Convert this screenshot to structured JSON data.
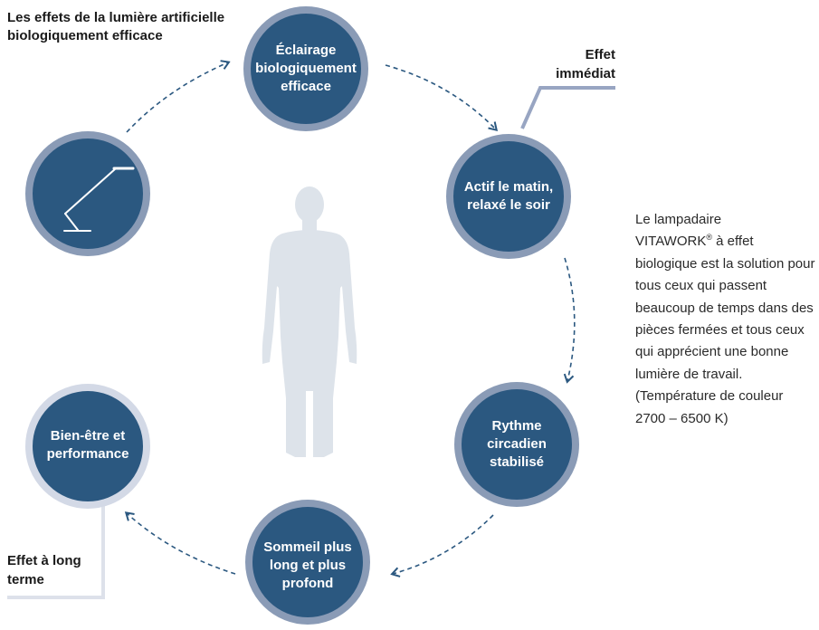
{
  "title": "Les effets de la lumière artificielle biologiquement efficace",
  "effects": {
    "immediate": "Effet immédiat",
    "long_term": "Effet à long terme"
  },
  "nodes": {
    "lighting": "Éclairage biologiquement efficace",
    "active": "Actif le matin, relaxé le soir",
    "rhythm": "Rythme circadien stabilisé",
    "sleep": "Sommeil plus long et plus profond",
    "wellbeing": "Bien-être et performance"
  },
  "icons": {
    "lamp": "floor-lamp-icon",
    "person": "human-body-silhouette"
  },
  "side_note": {
    "line_before": "Le lampadaire",
    "brand": "VITAWORK",
    "reg_mark": "®",
    "line_after": " à effet biologique est la solution pour tous ceux qui passent beaucoup de temps dans des pièces fermées et tous ceux qui apprécient une bonne lumière de travail. (Température de couleur 2700 – 6500 K)"
  },
  "colors": {
    "node_fill": "#2b5880",
    "node_ring": "#8a9bb6",
    "node_ring_light": "#d3d9e6",
    "arrow": "#2b5880",
    "leader_line": "#98a5c2",
    "silhouette": "#dde3ea"
  }
}
